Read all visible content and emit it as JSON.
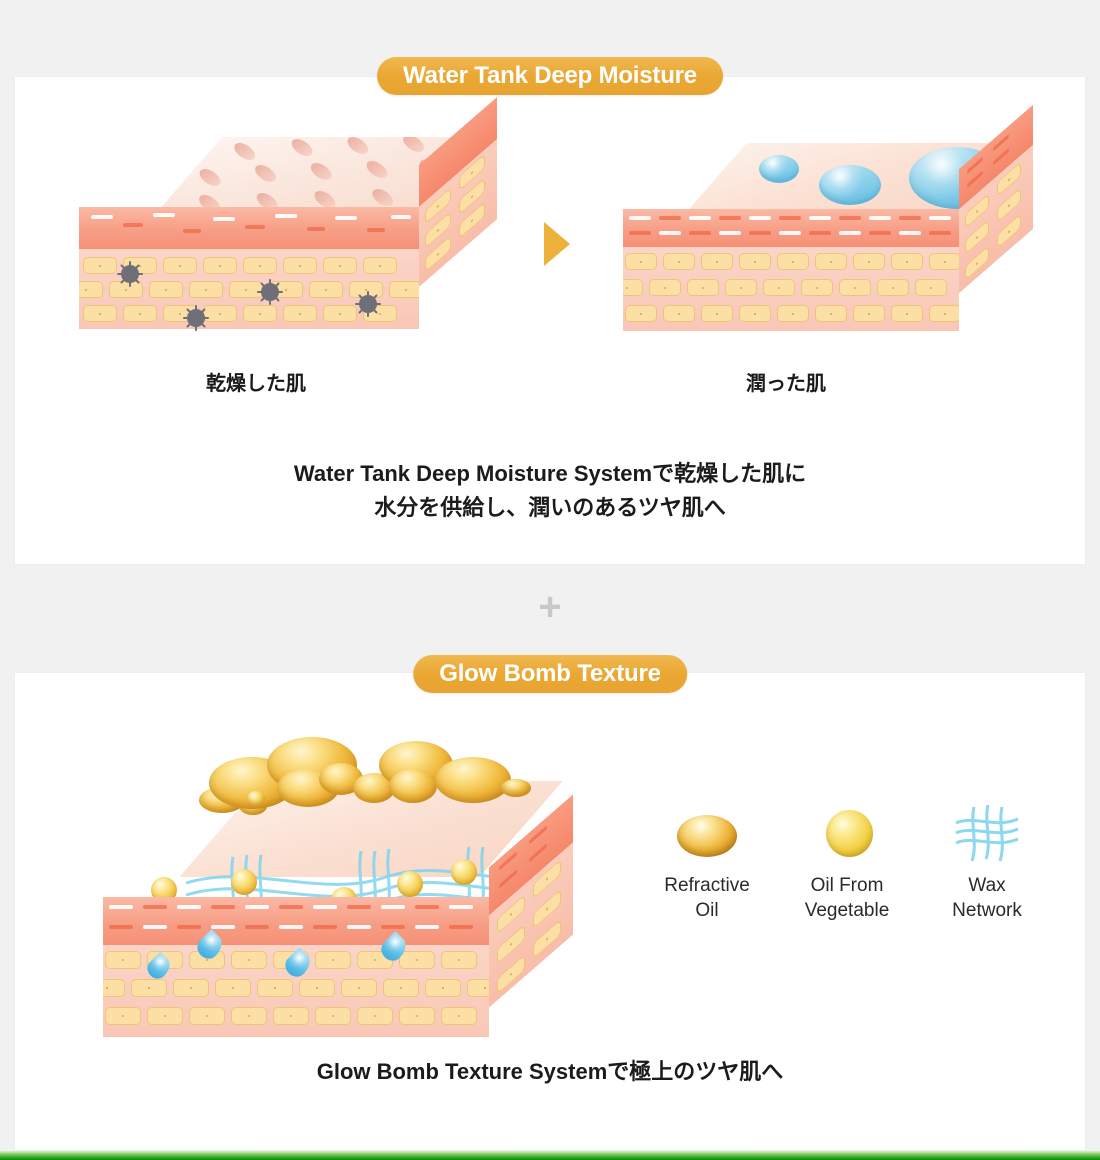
{
  "page": {
    "background_color": "#f1f1f1",
    "card_color": "#ffffff",
    "accent_color": "#eaa733",
    "bottom_bar_color": "#21a321"
  },
  "sections": [
    {
      "id": "water-tank-deep-moisture",
      "badge": "Water Tank Deep Moisture",
      "diagram_labels": {
        "before": "乾燥した肌",
        "after": "潤った肌"
      },
      "arrow_icon": "arrow-right-triangle-icon",
      "caption_line1": "Water Tank Deep Moisture Systemで乾燥した肌に",
      "caption_line2": "水分を供給し、潤いのあるツヤ肌へ"
    },
    {
      "id": "glow-bomb-texture",
      "badge": "Glow Bomb Texture",
      "ingredients": [
        {
          "icon": "refractive-oil-drop-icon",
          "label": "Refractive\nOil"
        },
        {
          "icon": "oil-from-vegetable-sphere-icon",
          "label": "Oil From\nVegetable"
        },
        {
          "icon": "wax-network-mesh-icon",
          "label": "Wax\nNetwork"
        }
      ],
      "caption_line1": "Glow Bomb Texture Systemで極上のツヤ肌へ"
    }
  ],
  "separator": {
    "icon": "plus-icon",
    "symbol": "+"
  }
}
